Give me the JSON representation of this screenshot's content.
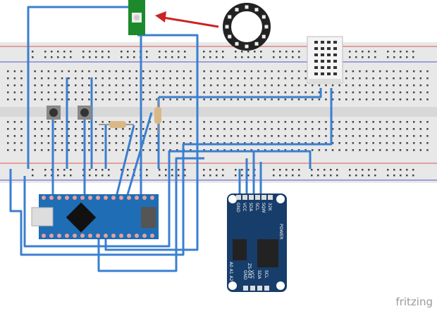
{
  "rtc": {
    "top_pins": [
      "GND",
      "VCC",
      "SDA",
      "SCL",
      "SQW",
      "32K"
    ],
    "bottom_pins": [
      "GND",
      "VCC",
      "SDA",
      "SCL"
    ],
    "power_label": "POWER",
    "model": "ZS-042",
    "address_label": "A0 A1 A2"
  },
  "logo": "fritzing",
  "colors": {
    "wire": "#3a7fd0",
    "board": "#1f6db5",
    "rtc_board": "#173d6b",
    "breadboard": "#e9e9e9",
    "rail_red": "#d44",
    "rail_blue": "#44d",
    "arrow": "#cc2222"
  }
}
